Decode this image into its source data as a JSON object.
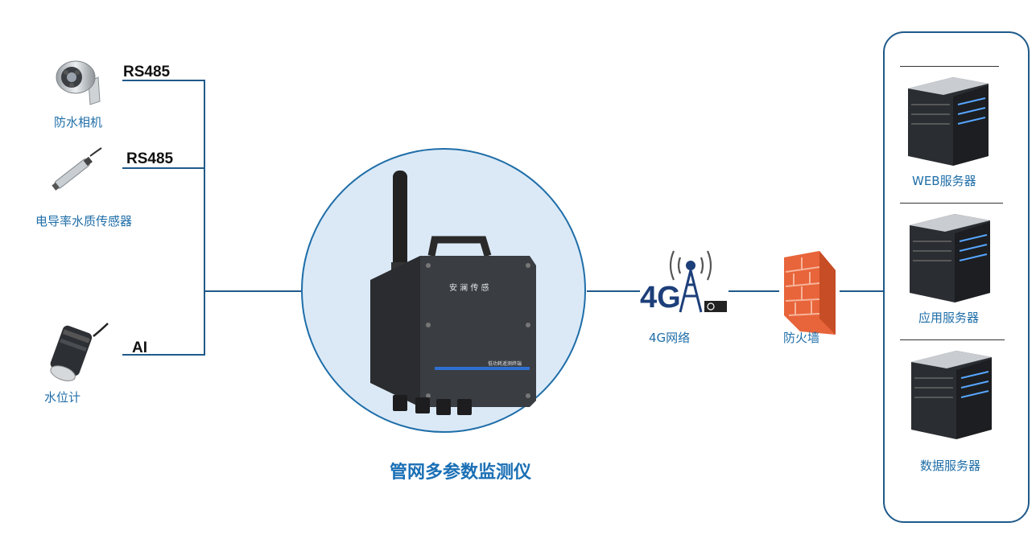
{
  "devices": [
    {
      "id": "camera",
      "label": "防水相机",
      "protocol": "RS485",
      "icon": "camera-icon"
    },
    {
      "id": "conductivity",
      "label": "电导率水质传感器",
      "protocol": "RS485",
      "icon": "probe-icon"
    },
    {
      "id": "level",
      "label": "水位计",
      "protocol": "AI",
      "icon": "level-gauge-icon"
    }
  ],
  "hub": {
    "title": "管网多参数监测仪",
    "brand": "安 澜 传 感",
    "subtitle": "低功耗遥测终端"
  },
  "network": {
    "label": "4G网络",
    "logo": "4G"
  },
  "firewall": {
    "label": "防火墙"
  },
  "servers": [
    {
      "label": "WEB服务器"
    },
    {
      "label": "应用服务器"
    },
    {
      "label": "数据服务器"
    }
  ],
  "colors": {
    "line": "#1f5a8a",
    "accent": "#1f6ea8",
    "circle_fill": "#dbe9f7",
    "brick": "#e8643a"
  }
}
